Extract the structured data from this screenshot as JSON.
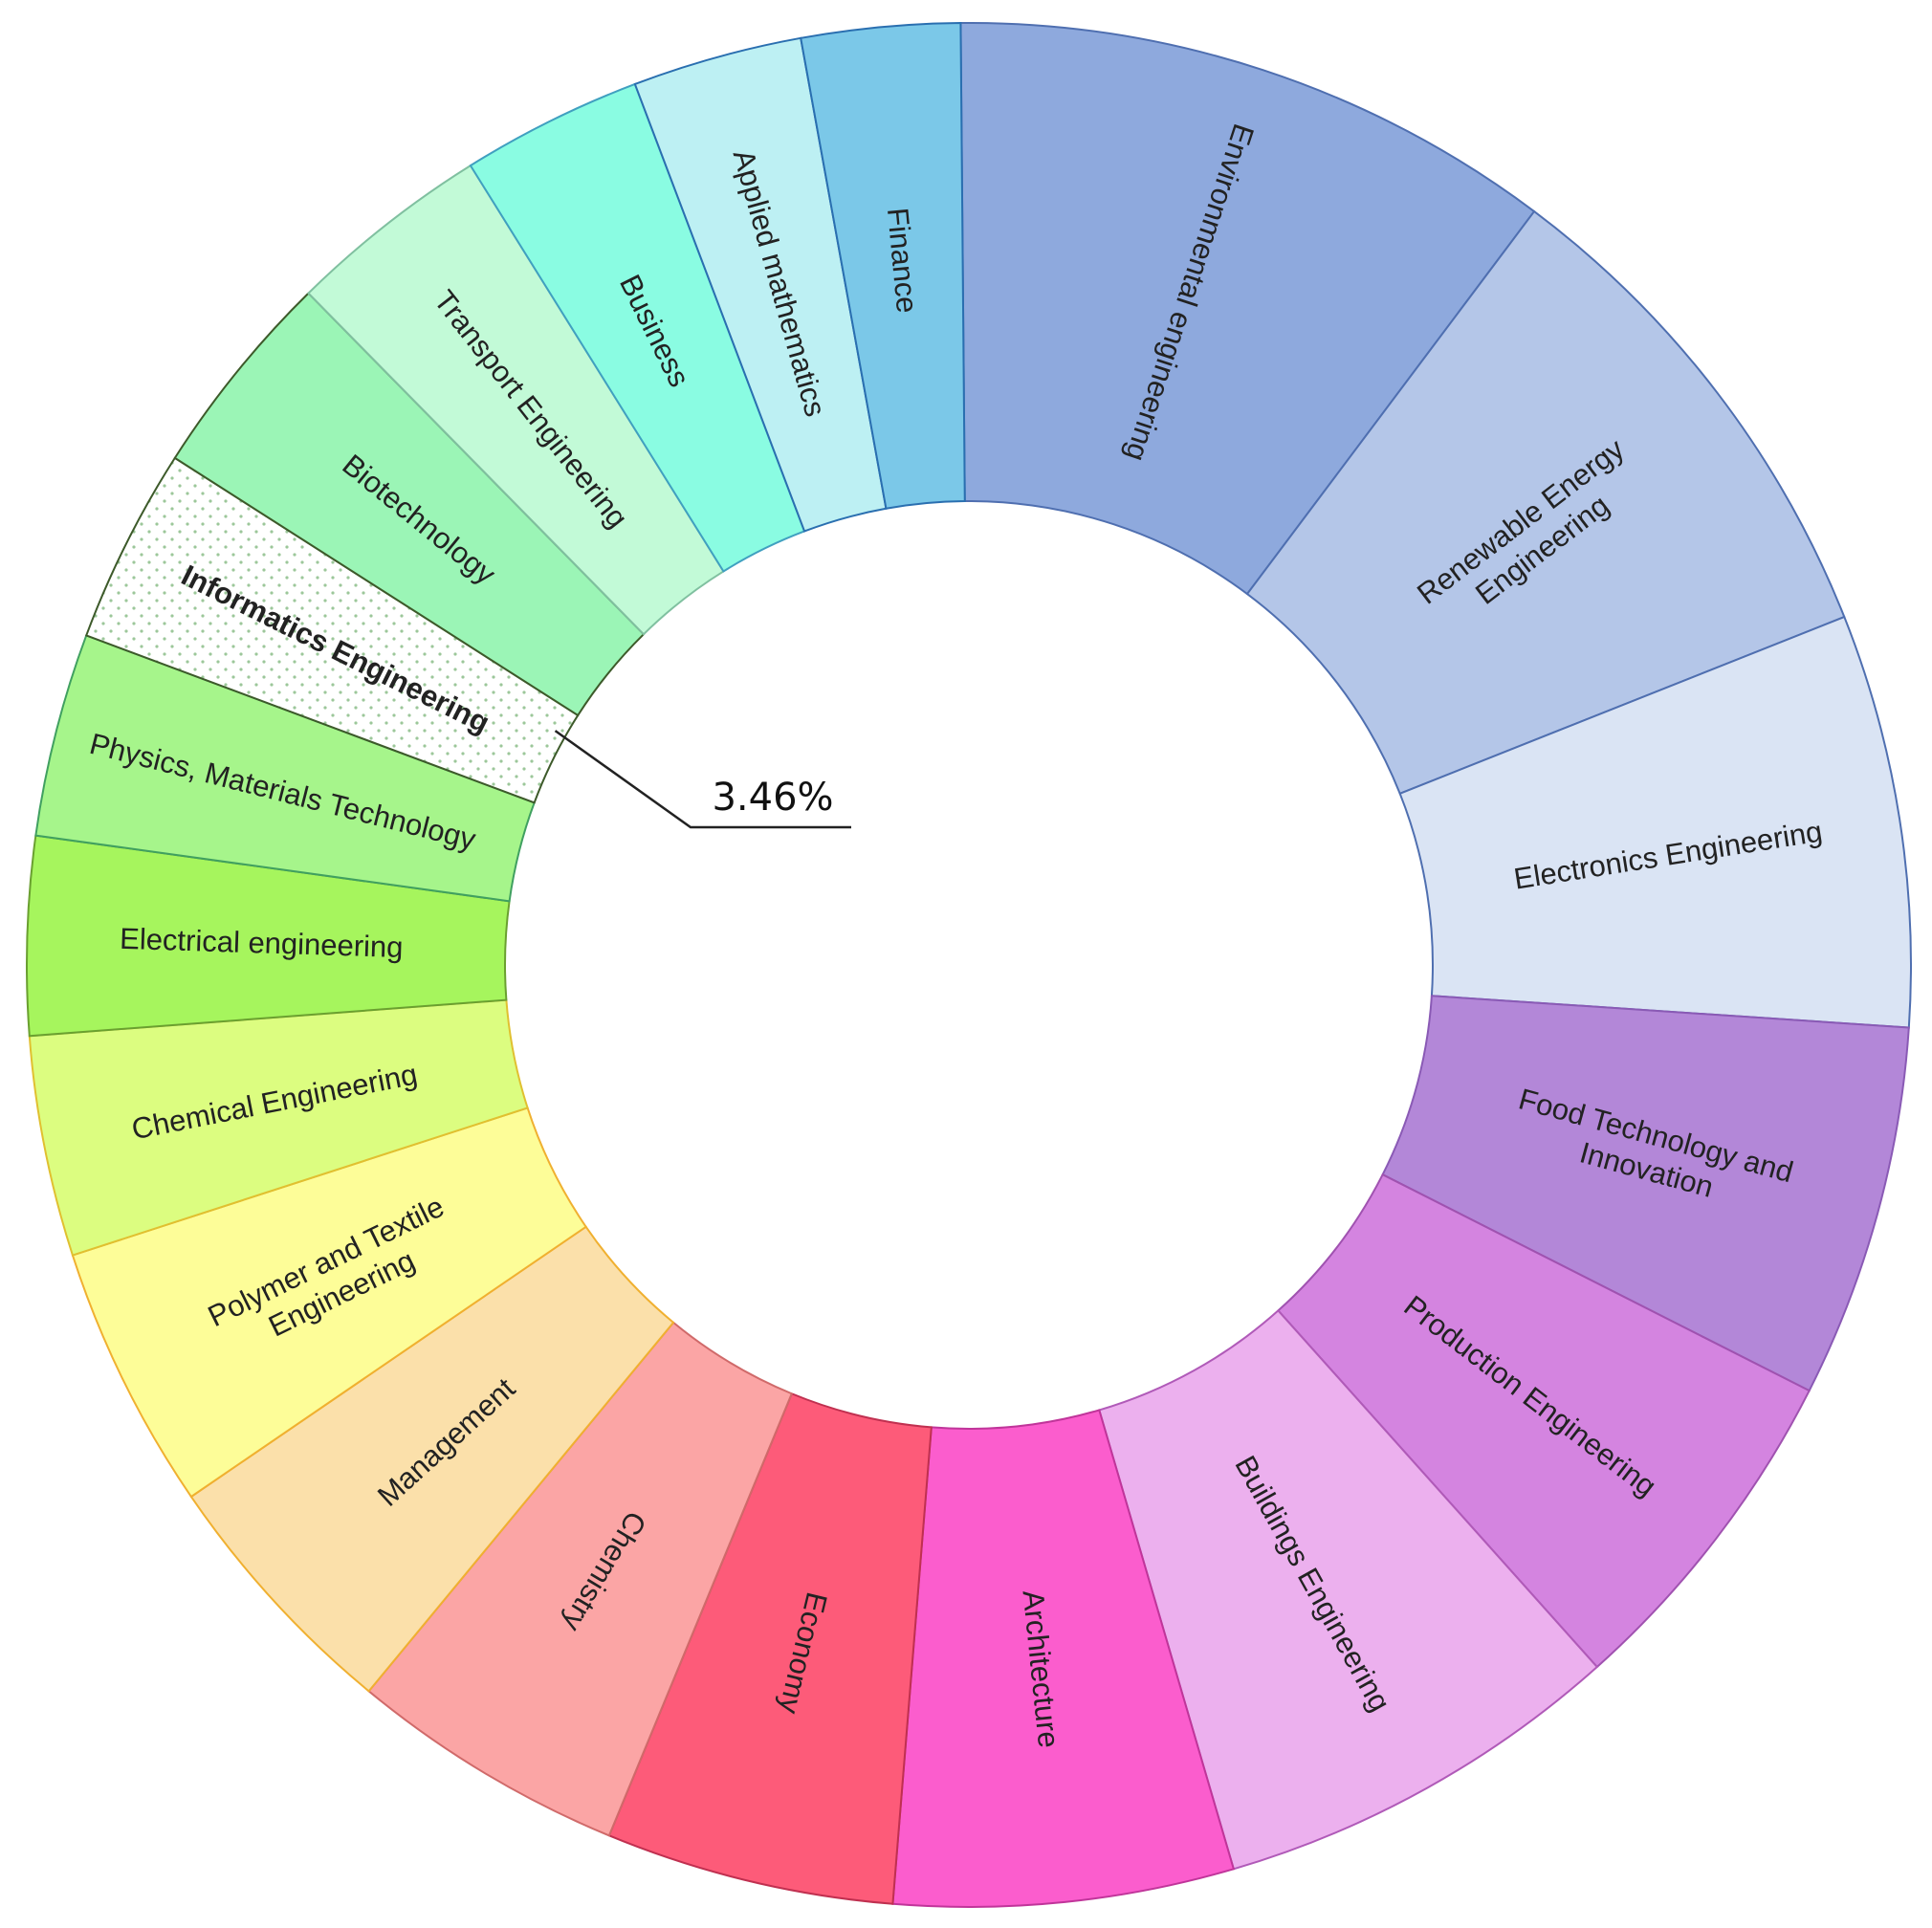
{
  "chart_data": {
    "type": "pie",
    "donut": true,
    "legend": "none",
    "slices": [
      {
        "name": "Environmental engineering",
        "value": 10.7,
        "color": "#8ea9dd",
        "stroke": "#4f6fb0"
      },
      {
        "name": "Renewable Energy Engineering",
        "value": 9.0,
        "color": "#b4c6e8",
        "stroke": "#4f6fb0"
      },
      {
        "name": "Electronics Engineering",
        "value": 7.3,
        "color": "#dae4f4",
        "stroke": "#4f6fb0"
      },
      {
        "name": "Food Technology and Innovation",
        "value": 6.6,
        "color": "#b387d8",
        "stroke": "#8a5ab5"
      },
      {
        "name": "Production Engineering",
        "value": 6.1,
        "color": "#d484e0",
        "stroke": "#a052b0"
      },
      {
        "name": "Buildings Engineering",
        "value": 7.3,
        "color": "#ecb0ee",
        "stroke": "#b05ab8"
      },
      {
        "name": "Architecture",
        "value": 6.0,
        "color": "#fb5dcd",
        "stroke": "#c0359a"
      },
      {
        "name": "Economy",
        "value": 5.1,
        "color": "#fd5b79",
        "stroke": "#c03050"
      },
      {
        "name": "Chemistry",
        "value": 4.9,
        "color": "#fba5a5",
        "stroke": "#d06a6a"
      },
      {
        "name": "Management",
        "value": 4.6,
        "color": "#fbe0aa",
        "stroke": "#f0b030"
      },
      {
        "name": "Polymer and Textile Engineering",
        "value": 4.7,
        "color": "#fdfd98",
        "stroke": "#f0b030"
      },
      {
        "name": "Chemical Engineering",
        "value": 3.9,
        "color": "#dcfd80",
        "stroke": "#e0c030"
      },
      {
        "name": "Electrical engineering",
        "value": 3.5,
        "color": "#a6f55d",
        "stroke": "#6aa030"
      },
      {
        "name": "Physics, Materials Technology",
        "value": 3.6,
        "color": "#a6f58b",
        "stroke": "#40a060"
      },
      {
        "name": "Informatics Engineering",
        "value": 3.46,
        "color": "#ffffff",
        "stroke": "#3d5a2a",
        "pattern": "dots",
        "bold": true
      },
      {
        "name": "Biotechnology",
        "value": 3.7,
        "color": "#9bf5b6",
        "stroke": "#3d5a2a"
      },
      {
        "name": "Transport Engineering",
        "value": 3.6,
        "color": "#c2fad7",
        "stroke": "#80c0a0"
      },
      {
        "name": "Business",
        "value": 3.2,
        "color": "#8afce2",
        "stroke": "#40a0c0"
      },
      {
        "name": "Applied mathematics",
        "value": 3.0,
        "color": "#bdf0f3",
        "stroke": "#2a6fb0"
      },
      {
        "name": "Finance",
        "value": 2.8,
        "color": "#7bc8e8",
        "stroke": "#2a6fb0"
      }
    ],
    "callout": {
      "slice": "Informatics Engineering",
      "text": "3.46%"
    }
  }
}
